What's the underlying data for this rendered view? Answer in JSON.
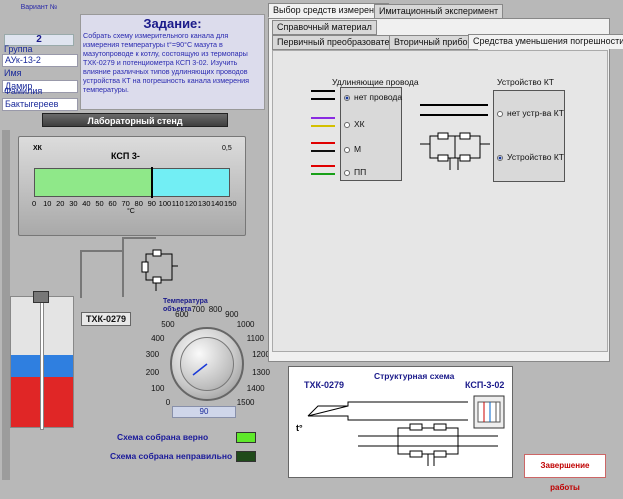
{
  "student": {
    "variant_label": "Вариант №",
    "variant_value": "2",
    "group_label": "Группа",
    "group_value": "АУк-13-2",
    "name_label": "Имя",
    "name_value": "Дамир",
    "surname_label": "Фамилия",
    "surname_value": "Бактыгереев"
  },
  "task": {
    "title": "Задание:",
    "text": "Собрать схему измерительного канала для измерения температуры t°=90°C мазута в мазутопроводе к котлу, состоящую из термопары ТХК-0279 и потенциометра КСП 3-02. Изучить влияние различных типов удлиняющих проводов устройства КТ на погрешность канала измерения температуры."
  },
  "stand": {
    "button_label": "Лабораторный стенд",
    "instrument_type": "ХК",
    "instrument_name": "КСП 3-",
    "instrument_class": "0,5",
    "scale_ticks": [
      "0",
      "10",
      "20",
      "30",
      "40",
      "50",
      "60",
      "70",
      "80",
      "90",
      "100",
      "110",
      "120",
      "130",
      "140",
      "150"
    ],
    "scale_unit": "°C",
    "pointer_value": 90,
    "thermocouple_label": "ТХК-0279",
    "temperature_label": "Температура объекта",
    "knob_ticks": [
      "0",
      "100",
      "200",
      "300",
      "400",
      "500",
      "600",
      "700",
      "800",
      "900",
      "1000",
      "1100",
      "1200",
      "1300",
      "1400",
      "1500"
    ],
    "knob_value": "90",
    "status_ok_label": "Схема собрана верно",
    "status_bad_label": "Схема собрана неправильно",
    "status_ok_color": "#5ee82a",
    "status_bad_color": "#1f4a1a"
  },
  "tabs": {
    "main": [
      "Выбор средств измерения",
      "Имитационный эксперимент"
    ],
    "sub_row1": [
      "Справочный материал"
    ],
    "sub_row2": [
      "Первичный преобразователь",
      "Вторичный прибор",
      "Средства уменьшения погрешности"
    ]
  },
  "wires": {
    "title": "Удлиняющие провода",
    "options": [
      "нет провода",
      "ХК",
      "М",
      "ПП"
    ],
    "selected": 0,
    "colors": [
      [
        "#000000",
        "#000000"
      ],
      [
        "#8a2be2",
        "#d4c000"
      ],
      [
        "#e00000",
        "#111111"
      ],
      [
        "#e00000",
        "#18a018"
      ]
    ]
  },
  "kt": {
    "title": "Устройство КТ",
    "options": [
      "нет устр-ва КТ",
      "Устройство КТ"
    ],
    "selected": 1
  },
  "structure": {
    "title": "Структурная схема",
    "left_label": "ТХК-0279",
    "right_label": "КСП-3-02",
    "t_label": "t°"
  },
  "finish_button": "Завершение работы"
}
